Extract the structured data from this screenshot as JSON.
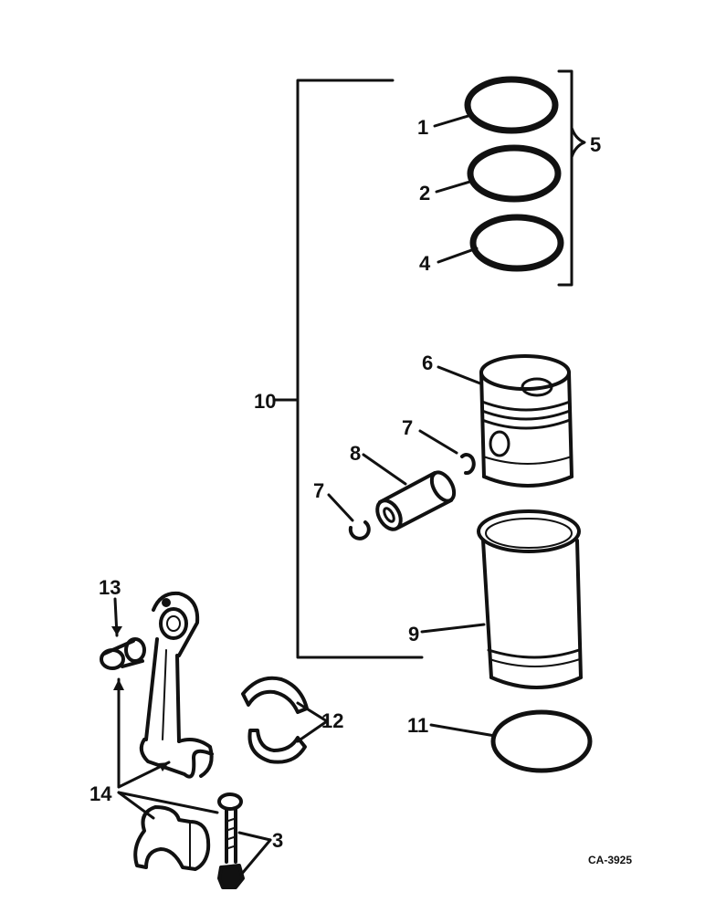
{
  "drawing_code": "CA-3925",
  "callouts": {
    "c1": "1",
    "c2": "2",
    "c4": "4",
    "c5": "5",
    "c6": "6",
    "c7a": "7",
    "c7b": "7",
    "c8": "8",
    "c9": "9",
    "c10": "10",
    "c11": "11",
    "c12": "12",
    "c13": "13",
    "c14": "14",
    "c3": "3"
  },
  "colors": {
    "ink": "#111111",
    "paper": "#ffffff"
  }
}
